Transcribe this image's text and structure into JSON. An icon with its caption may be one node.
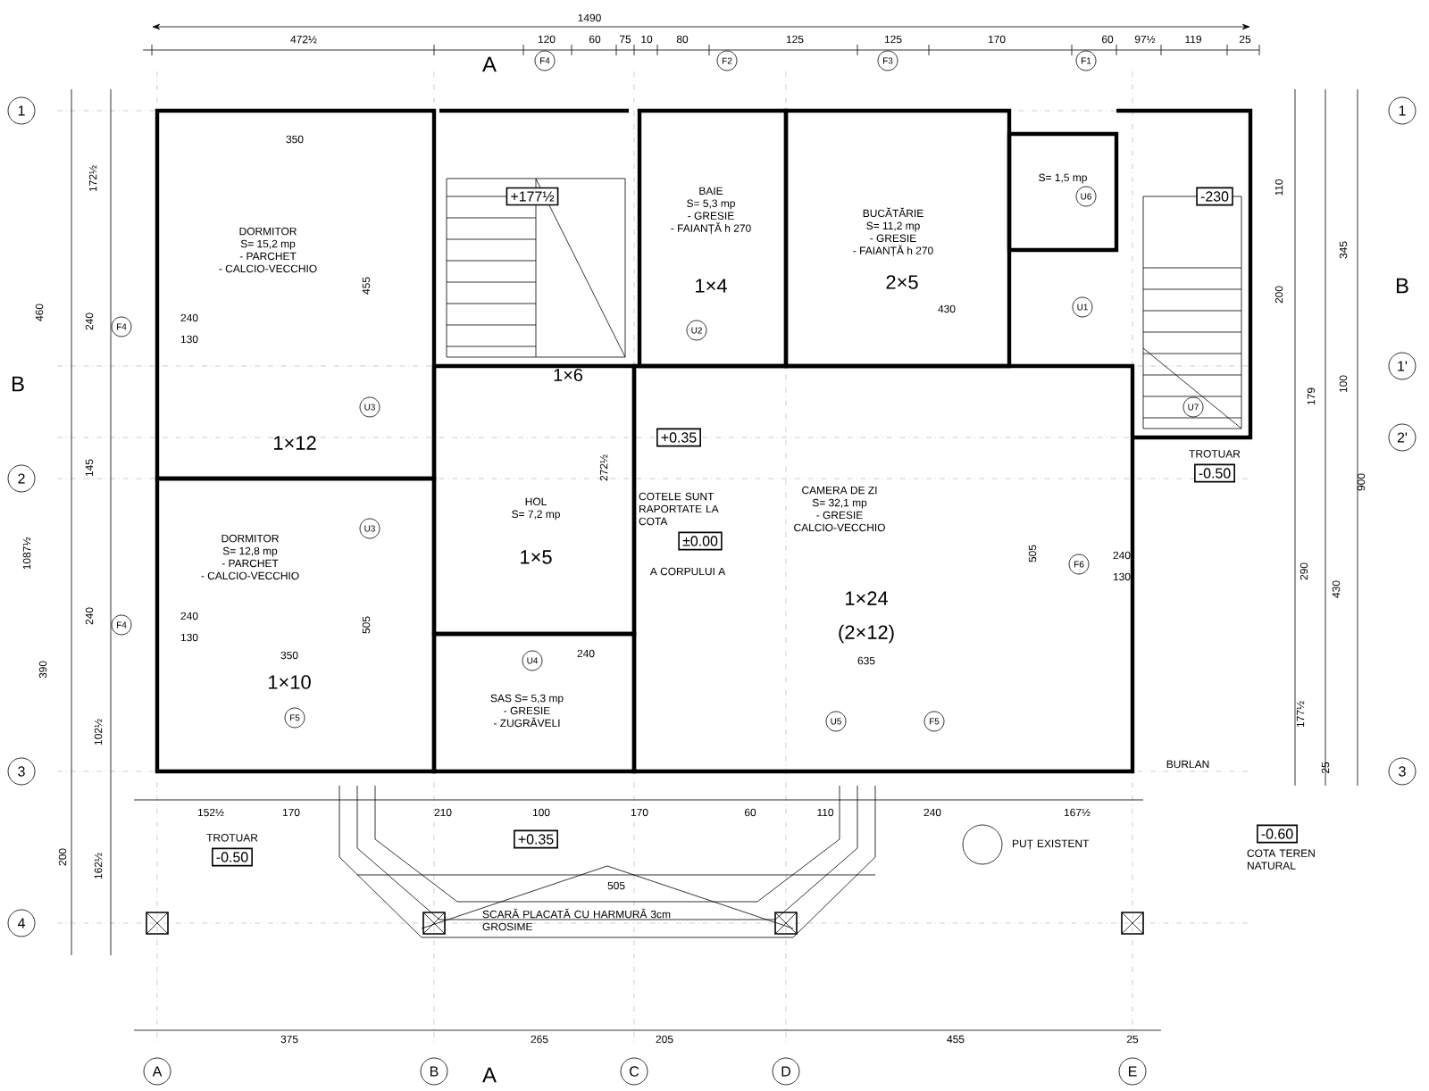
{
  "diagram": {
    "nodes": [
      {
        "text": [
          "DORMITOR",
          "S= 15,2 mp",
          "- PARCHET",
          "- CALCIO-VECCHIO",
          "1×12"
        ]
      },
      {
        "text": [
          "+177½"
        ]
      },
      {
        "text": [
          "BAIE",
          "S= 5,3 mp",
          "- GRESIE",
          "- FAIANȚĂ h 270",
          "1×4"
        ]
      },
      {
        "text": [
          "BUCĂTĂRIE",
          "S= 11,2 mp",
          "- GRESIE",
          "- FAIANȚĂ h 270",
          "2×5"
        ]
      },
      {
        "text": [
          "S= 1,5 mp"
        ]
      },
      {
        "text": [
          "-230"
        ]
      },
      {
        "text": [
          "HOL",
          "S= 7,2 mp",
          "1×5"
        ]
      },
      {
        "text": [
          "CAMERA DE ZI",
          "S= 32,1 mp",
          "- GRESIE",
          "CALCIO-VECCHIO",
          "1×24",
          "(2×12)"
        ]
      },
      {
        "text": [
          "+0.35"
        ],
        "in": 7
      },
      {
        "text": [
          "±0.00"
        ],
        "in": 7
      },
      {
        "text": [
          "TROTUAR",
          "-0.50"
        ]
      },
      {
        "text": [
          "DORMITOR",
          "S= 12,8 mp",
          "- PARCHET",
          "- CALCIO-VECCHIO",
          "1×10"
        ]
      },
      {
        "text": [
          "SAS S= 5,3 mp",
          "- GRESIE",
          "- ZUGRĂVELI"
        ]
      },
      {
        "text": [
          "TROTUAR",
          "-0.50"
        ]
      },
      {
        "text": [
          "+0.35"
        ]
      },
      {
        "text": [],
        "shape": "circle",
        "beside": [
          "PUȚ EXISTENT"
        ]
      },
      {
        "text": [
          "-0.60"
        ],
        "beside": [
          "COTA TEREN NATURAL"
        ]
      },
      {
        "text": [
          "1"
        ]
      },
      {
        "text": [
          "1"
        ]
      },
      {
        "text": [
          "1'"
        ]
      },
      {
        "text": [
          "2'"
        ]
      },
      {
        "text": [
          "2"
        ]
      },
      {
        "text": [
          "3"
        ]
      },
      {
        "text": [
          "3"
        ]
      },
      {
        "text": [
          "4"
        ]
      },
      {
        "text": [
          "A"
        ]
      },
      {
        "text": [
          "B"
        ]
      },
      {
        "text": [
          "C"
        ]
      },
      {
        "text": [
          "D"
        ]
      },
      {
        "text": [
          "E"
        ]
      }
    ],
    "labels": [
      "1490",
      "472½",
      "120",
      "60",
      "75",
      "10",
      "80",
      "125",
      "125",
      "170",
      "60",
      "97½",
      "119",
      "25",
      "A",
      "F4",
      "F2",
      "F3",
      "F1",
      "B",
      "B",
      "172½",
      "460",
      "240",
      "145",
      "1087½",
      "240",
      "390",
      "102½",
      "162½",
      "200",
      "350",
      "455",
      "1×6",
      "430",
      "U2",
      "U6",
      "U1",
      "110",
      "200",
      "345",
      "179",
      "100",
      "900",
      "290",
      "430",
      "177½",
      "25",
      "F4",
      "240",
      "130",
      "U3",
      "U3",
      "272½",
      "COTELE SUNT RAPORTATE LA COTA",
      "A CORPULUI A",
      "F4",
      "240",
      "130",
      "505",
      "350",
      "U4",
      "240",
      "635",
      "505",
      "F6",
      "240",
      "130",
      "U7",
      "F5",
      "U5",
      "F5",
      "BURLAN",
      "152½",
      "170",
      "210",
      "100",
      "170",
      "60",
      "110",
      "240",
      "167½",
      "505",
      "SCARĂ PLACATĂ CU HARMURĂ 3cm GROSIME",
      "375",
      "265",
      "205",
      "455",
      "25",
      "A"
    ]
  }
}
